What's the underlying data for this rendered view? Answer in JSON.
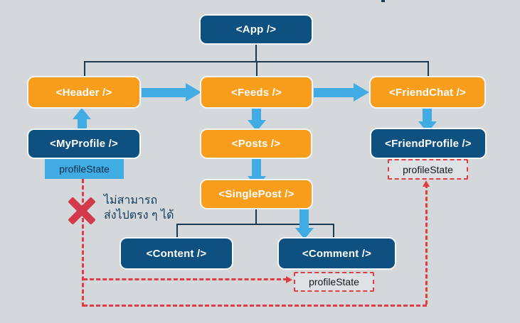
{
  "diagram": {
    "title_hint": "React component tree with lifted profileState",
    "background": "#d4d8db",
    "colors": {
      "node_dark": "#0e5080",
      "node_orange": "#f99d1c",
      "arrow_blue": "#41ace4",
      "state_blue": "#41ace4",
      "dashed_red": "#e23b41",
      "cross_red": "#d23a4c",
      "connector_dark": "#1b3a52",
      "annotation_text": "#0d3a5c"
    },
    "nodes": {
      "app": {
        "label": "<App />"
      },
      "header": {
        "label": "<Header />"
      },
      "feeds": {
        "label": "<Feeds />"
      },
      "friendchat": {
        "label": "<FriendChat />"
      },
      "myprofile": {
        "label": "<MyProfile />"
      },
      "posts": {
        "label": "<Posts />"
      },
      "friendprofile": {
        "label": "<FriendProfile />"
      },
      "singlepost": {
        "label": "<SinglePost />"
      },
      "content": {
        "label": "<Content />"
      },
      "comment": {
        "label": "<Comment />"
      }
    },
    "states": {
      "myprofile_state": "profileState",
      "friendprofile_state": "profileState",
      "comment_state": "profileState"
    },
    "annotation": {
      "line1": "ไม่สามารถ",
      "line2": "ส่งไปตรง ๆ ได้"
    }
  }
}
